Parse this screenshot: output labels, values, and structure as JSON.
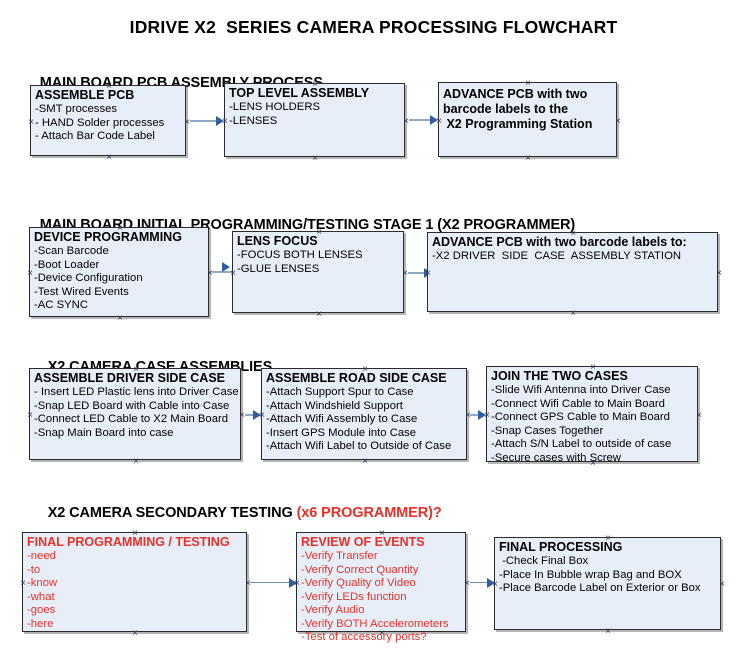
{
  "document": {
    "title": "IDRIVE X2  SERIES CAMERA PROCESSING FLOWCHART"
  },
  "sections": [
    {
      "id": "main-board-pcb-assembly-process",
      "heading": "MAIN BOARD PCB ASSEMBLY PROCESS",
      "heading_accent": "",
      "boxes": [
        {
          "id": "assemble-pcb",
          "title": "ASSEMBLE PCB",
          "lines": [
            "-SMT processes",
            "- HAND Solder processes",
            "- Attach Bar Code Label"
          ],
          "color": "black"
        },
        {
          "id": "top-level-assembly",
          "title": "TOP LEVEL ASSEMBLY",
          "lines": [
            "-LENS HOLDERS",
            "-LENSES"
          ],
          "color": "black"
        },
        {
          "id": "advance-pcb-to-x2-programming-station",
          "title": "ADVANCE PCB with two\nbarcode labels to the\n X2 Programming Station",
          "lines": [],
          "color": "black"
        }
      ]
    },
    {
      "id": "main-board-initial-programming",
      "heading": "MAIN BOARD INITIAL PROGRAMMING/TESTING STAGE 1 (X2 PROGRAMMER)",
      "heading_accent": "",
      "boxes": [
        {
          "id": "device-programming",
          "title": "DEVICE PROGRAMMING",
          "lines": [
            "-Scan Barcode",
            "-Boot Loader",
            "-Device Configuration",
            "-Test Wired Events",
            "-AC SYNC"
          ],
          "color": "black"
        },
        {
          "id": "lens-focus",
          "title": "LENS FOCUS",
          "lines": [
            "-FOCUS BOTH LENSES",
            "-GLUE LENSES"
          ],
          "color": "black"
        },
        {
          "id": "advance-pcb-to-driver-side-case-assembly",
          "title": "ADVANCE PCB with two barcode labels to:",
          "lines": [
            "-X2 DRIVER  SIDE  CASE  ASSEMBLY STATION"
          ],
          "color": "black"
        }
      ]
    },
    {
      "id": "x2-camera-case-assemblies",
      "heading": "X2 CAMERA CASE ASSEMBLIES",
      "heading_accent": "",
      "boxes": [
        {
          "id": "assemble-driver-side-case",
          "title": "ASSEMBLE DRIVER SIDE CASE",
          "lines": [
            "- Insert LED Plastic lens into Driver Case",
            "-Snap LED Board with Cable into Case",
            "-Connect LED Cable to X2 Main Board",
            "-Snap Main Board into case"
          ],
          "color": "black"
        },
        {
          "id": "assemble-road-side-case",
          "title": "ASSEMBLE ROAD SIDE CASE",
          "lines": [
            "-Attach Support Spur to Case",
            "-Attach Windshield Support",
            "-Attach Wifi Assembly to Case",
            "-Insert GPS Module into Case",
            "-Attach Wifi Label to Outside of Case"
          ],
          "color": "black"
        },
        {
          "id": "join-the-two-cases",
          "title": "JOIN THE TWO CASES",
          "lines": [
            "-Slide Wifi Antenna into Driver Case",
            "-Connect Wifi Cable to Main Board",
            "-Connect GPS Cable to Main Board",
            "-Snap Cases Together",
            "-Attach S/N Label to outside of case",
            "-Secure cases with Screw"
          ],
          "color": "black"
        }
      ]
    },
    {
      "id": "x2-camera-secondary-testing",
      "heading": "X2 CAMERA SECONDARY TESTING ",
      "heading_accent": "(x6 PROGRAMMER)?",
      "boxes": [
        {
          "id": "final-programming-testing",
          "title": "FINAL PROGRAMMING / TESTING",
          "lines": [
            "-need",
            "-to",
            "-know",
            "-what",
            "-goes",
            "-here"
          ],
          "color": "red"
        },
        {
          "id": "review-of-events",
          "title": "REVIEW OF EVENTS",
          "lines": [
            "-Verify Transfer",
            "-Verify Correct Quantity",
            "-Verify Quality of Video",
            "-Verify LEDs function",
            "-Verify Audio",
            "-Verify BOTH Accelerometers"
          ],
          "overflow_line": "-Test of accessory ports?",
          "color": "red"
        },
        {
          "id": "final-processing",
          "title": "FINAL PROCESSING",
          "lines": [
            " -Check Final Box",
            "-Place In Bubble wrap Bag and BOX",
            "-Place Barcode Label on Exterior or Box"
          ],
          "color": "black"
        }
      ]
    }
  ],
  "colors": {
    "box_fill": "#e8eef7",
    "box_border": "#2b2b2b",
    "accent_red": "#e8302a",
    "connector": "#8fa9c4",
    "arrowhead": "#2f5f9e",
    "text": "#000000"
  }
}
